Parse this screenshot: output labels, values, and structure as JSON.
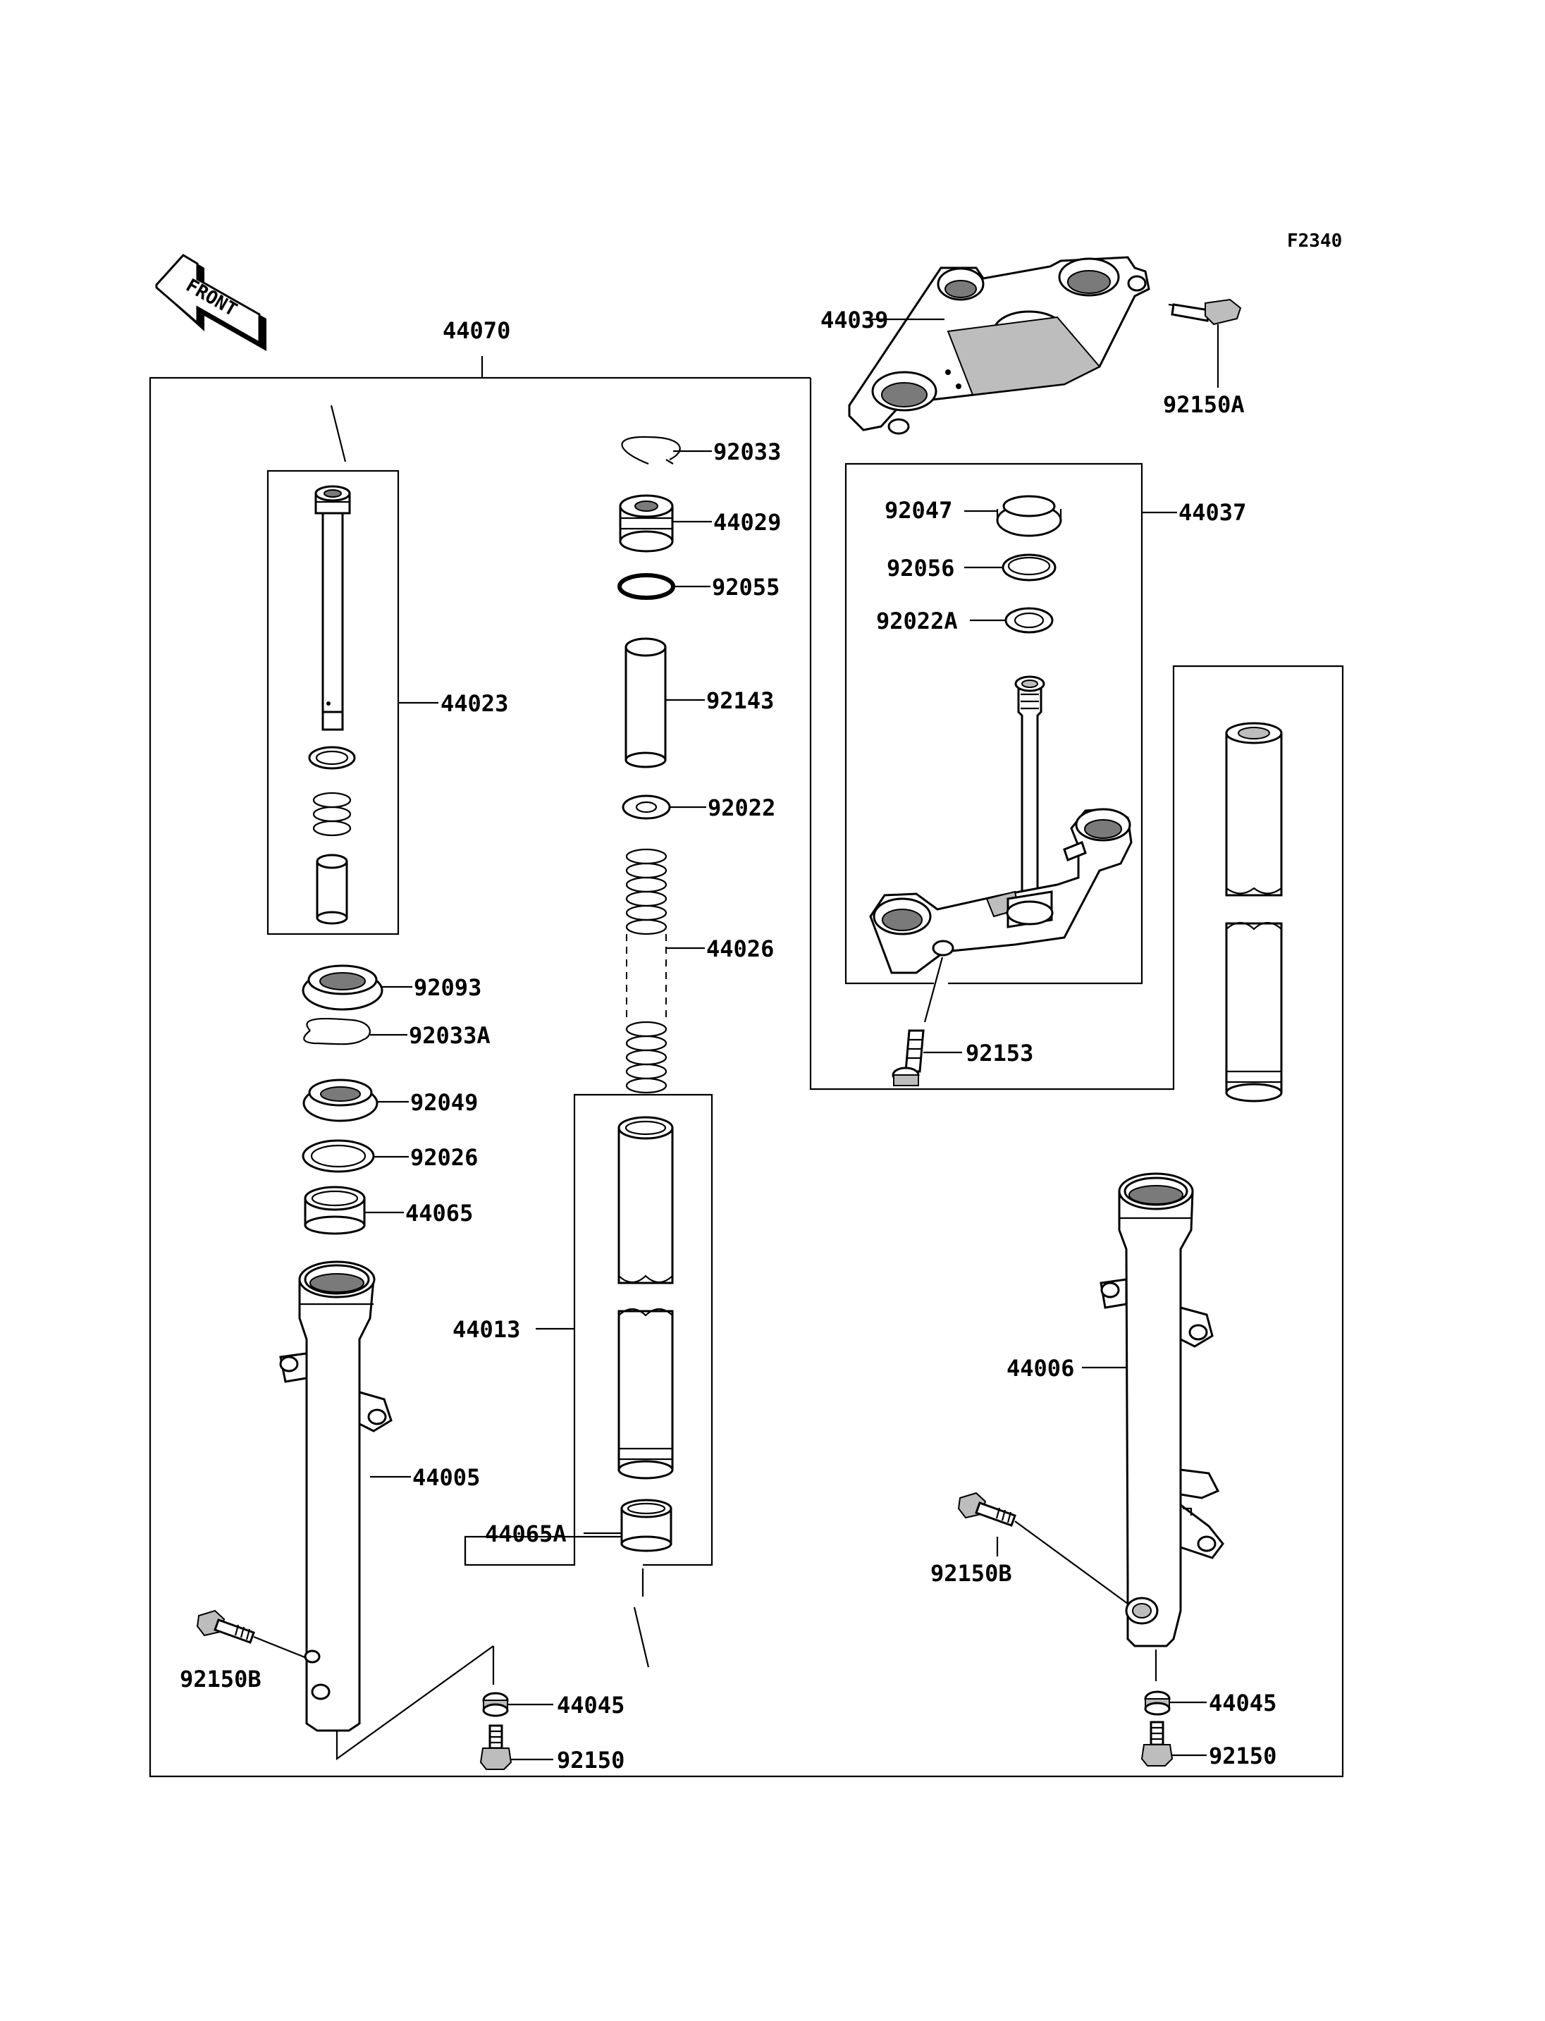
{
  "figure_ref": "F2340",
  "front_arrow": {
    "text": "FRONT",
    "icon": "front-direction-arrow-icon"
  },
  "callouts": {
    "p44070": "44070",
    "p44039": "44039",
    "p92150A": "92150A",
    "p44037": "44037",
    "p92047": "92047",
    "p92056": "92056",
    "p92022A": "92022A",
    "p92153": "92153",
    "p92033": "92033",
    "p44029": "44029",
    "p92055": "92055",
    "p92143": "92143",
    "p92022": "92022",
    "p44026": "44026",
    "p44023": "44023",
    "p92093": "92093",
    "p92033A": "92033A",
    "p92049": "92049",
    "p92026": "92026",
    "p44065": "44065",
    "p44005": "44005",
    "p92150B_left": "92150B",
    "p44013": "44013",
    "p44065A": "44065A",
    "p44045_left": "44045",
    "p92150_left": "92150",
    "p44006": "44006",
    "p92150B_right": "92150B",
    "p44045_right": "44045",
    "p92150_right": "92150"
  }
}
